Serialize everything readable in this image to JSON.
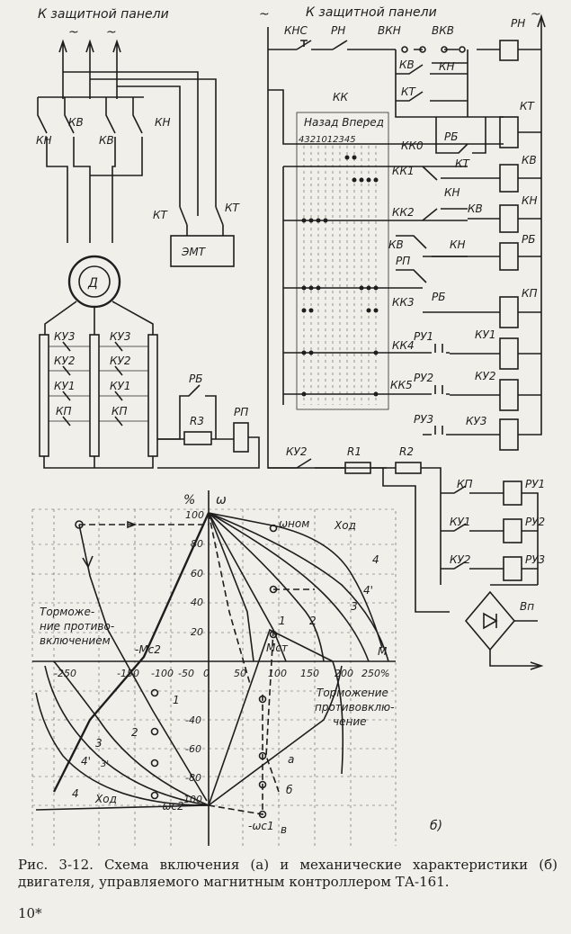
{
  "figure": {
    "left_panel_title": "К защитной панели",
    "right_panel_title": "К защитной панели",
    "tilde": "~",
    "motor": "Д",
    "brake_magnet": "ЭМТ",
    "controller": "КК",
    "controller_header": "Назад Вперед",
    "controller_positions": "4321012345",
    "contacts_left": [
      "КВ",
      "КН",
      "КВ",
      "КН",
      "КТ",
      "КТ"
    ],
    "resistor_steps": [
      "КУ3",
      "КУ2",
      "КУ1",
      "КП",
      "КУ3",
      "КУ2",
      "КУ1",
      "КП"
    ],
    "relay_block": {
      "rb": "РБ",
      "r3": "R3",
      "rp": "РП"
    },
    "right_labels": {
      "kns": "КНС",
      "rn_top": "РН",
      "vkn": "ВКН",
      "vkv": "ВКВ",
      "rn_coil": "РН",
      "kk0": "КК0",
      "kk1": "КК1",
      "kk2": "КК2",
      "kk3": "КК3",
      "kk4": "КК4",
      "kk5": "КК5",
      "kv1": "КВ",
      "kn1": "КН",
      "kt1": "КТ",
      "rb1": "РБ",
      "kt2": "КТ",
      "kt_coil": "КТ",
      "kv_coil": "КВ",
      "kn_coil": "КН",
      "rb_coil": "РБ",
      "kp_coil": "КП",
      "ku1_coil": "КУ1",
      "ku2_coil": "КУ2",
      "ku3_coil": "КУ3",
      "kn2": "КН",
      "kv2": "КВ",
      "kv3": "КВ",
      "kn3": "КН",
      "rp2": "РП",
      "rb2": "РБ",
      "ru1": "РУ1",
      "ru2": "РУ2",
      "ru3": "РУ3",
      "ku2_bot": "КУ2",
      "r1": "R1",
      "r2": "R2",
      "kp_b": "КП",
      "ku1_b": "КУ1",
      "ku2_b": "КУ2",
      "ru1_c": "РУ1",
      "ru2_c": "РУ2",
      "ru3_c": "РУ3",
      "vp": "Вп"
    },
    "graph": {
      "percent": "%",
      "omega": "ω",
      "y_ticks_pos": [
        "100",
        "80",
        "60",
        "40",
        "20"
      ],
      "y_ticks_neg": [
        "-40",
        "-60",
        "-80",
        "-100"
      ],
      "x_ticks": [
        "-250",
        "-150",
        "-100",
        "-50",
        "0",
        "50",
        "100",
        "150",
        "200",
        "250%"
      ],
      "omega_nom": "ωном",
      "hod_top": "Ход",
      "hod_bottom": "Ход",
      "torm_left_1": "Торможе-",
      "torm_left_2": "ние противо-",
      "torm_left_3": "включением",
      "torm_right_1": "Торможение",
      "torm_right_2": "противовклю-",
      "torm_right_3": "чение",
      "mc2": "-Mс2",
      "mct": "Mст",
      "m_label": "M",
      "omega_c2": "-ωс2",
      "omega_c1": "-ωс1",
      "curve_labels_top": [
        "1",
        "2",
        "3",
        "4",
        "4'"
      ],
      "curve_labels_bottom": [
        "1",
        "2",
        "3",
        "4",
        "4'",
        "3'"
      ],
      "letters": [
        "а",
        "б",
        "в"
      ],
      "panel_b": "б)"
    }
  },
  "caption": "Рис. 3-12. Схема включения (а) и механические характеристики (б) двигателя, управляемого магнитным контроллером ТА-161.",
  "page_number": "10*"
}
